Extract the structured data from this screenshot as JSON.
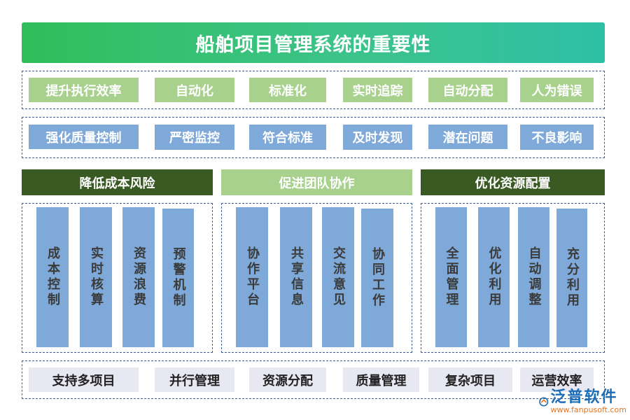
{
  "title": "船舶项目管理系统的重要性",
  "row1": [
    "提升执行效率",
    "自动化",
    "标准化",
    "实时追踪",
    "自动分配",
    "人为错误"
  ],
  "row2": [
    "强化质量控制",
    "严密监控",
    "符合标准",
    "及时发现",
    "潜在问题",
    "不良影响"
  ],
  "sections": [
    {
      "title": "降低成本风险",
      "columns": [
        "成本控制",
        "实时核算",
        "资源浪费",
        "预警机制"
      ]
    },
    {
      "title": "促进团队协作",
      "columns": [
        "协作平台",
        "共享信息",
        "交流意见",
        "协同工作"
      ]
    },
    {
      "title": "优化资源配置",
      "columns": [
        "全面管理",
        "优化利用",
        "自动调整",
        "充分利用"
      ]
    }
  ],
  "bottom": [
    "支持多项目",
    "并行管理",
    "资源分配",
    "质量管理",
    "复杂项目",
    "运营效率"
  ],
  "logo": {
    "name": "泛普软件",
    "url": "www.fanpusoft.com"
  },
  "colors": {
    "green_chip": "#a9d18e",
    "blue_chip": "#7ea9d8",
    "dark_green": "#3a5a23",
    "banner": "#2fbe5a"
  }
}
